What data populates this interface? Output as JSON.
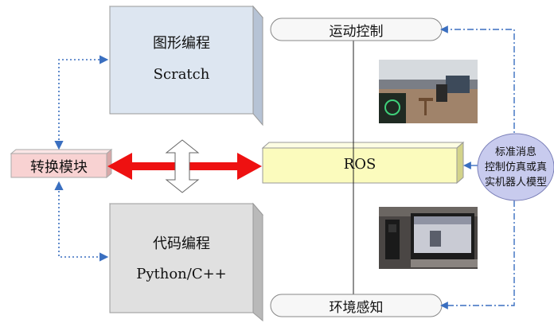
{
  "boxes": {
    "graphic": {
      "title": "图形编程",
      "subtitle": "Scratch"
    },
    "code": {
      "title": "代码编程",
      "subtitle": "Python/C++"
    },
    "converter": {
      "label": "转换模块"
    },
    "ros": {
      "label": "ROS"
    }
  },
  "pills": {
    "motion": {
      "label": "运动控制"
    },
    "perception": {
      "label": "环境感知"
    }
  },
  "ellipse": {
    "line1": "标准消息",
    "line2": "控制仿真或真",
    "line3": "实机器人模型"
  },
  "colors": {
    "graphic_box": "#dde6f1",
    "code_box": "#e0e0e0",
    "converter_box": "#f8d2d2",
    "ros_box": "#fbfbbd",
    "ellipse": "#c8cbee",
    "arrow_red": "#ee1111",
    "connector_blue": "#3a6fc0"
  }
}
